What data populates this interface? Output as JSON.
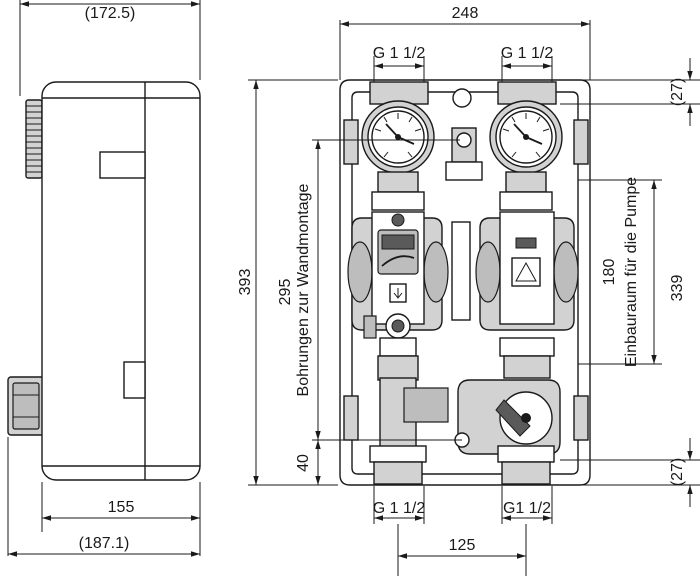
{
  "dimensions": {
    "side_total_depth_top": "(172.5)",
    "side_depth": "155",
    "side_total_depth_bottom": "(187.1)",
    "overall_width": "248",
    "overall_height": "393",
    "mounting_hole_distance": "295",
    "mounting_label": "Bohrungen zur Wandmontage",
    "bottom_offset": "40",
    "pump_space": "180",
    "pump_space_label": "Einbauraum für die Pumpe",
    "pump_length": "339",
    "top_protrusion": "(27)",
    "bottom_protrusion": "(27)",
    "bottom_spacing": "125"
  },
  "connections": {
    "top_left": "G 1 1/2",
    "top_right": "G 1 1/2",
    "bottom_left": "G 1 1/2",
    "bottom_right": "G1 1/2"
  }
}
